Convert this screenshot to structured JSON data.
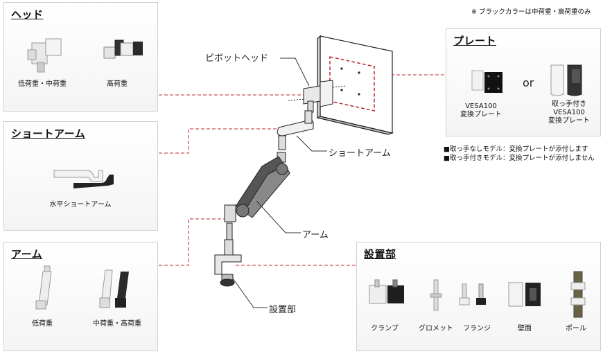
{
  "note_black": "※ ブラックカラーは中荷重・高荷重のみ",
  "head": {
    "title": "ヘッド",
    "items": [
      "低荷重・中荷重",
      "高荷重"
    ]
  },
  "short_arm": {
    "title": "ショートアーム",
    "items": [
      "水平ショートアーム"
    ]
  },
  "arm": {
    "title": "アーム",
    "items": [
      "低荷重",
      "中荷重・高荷重"
    ]
  },
  "plate": {
    "title": "プレート",
    "item1": [
      "VESA100",
      "変換プレート"
    ],
    "or": "or",
    "item2": [
      "取っ手付き",
      "VESA100",
      "変換プレート"
    ],
    "notes": [
      "■取っ手なしモデル：変換プレートが添付します",
      "■取っ手付きモデル：変換プレートが添付しません"
    ]
  },
  "mount": {
    "title": "設置部",
    "items": [
      "クランプ",
      "グロメット",
      "フランジ",
      "壁面",
      "ポール"
    ]
  },
  "callouts": {
    "pivot_head": "ピボットヘッド",
    "short_arm": "ショートアーム",
    "arm": "アーム",
    "mount": "設置部"
  },
  "colors": {
    "dash": "#c1272d",
    "panel_border": "#cfcfcf"
  }
}
